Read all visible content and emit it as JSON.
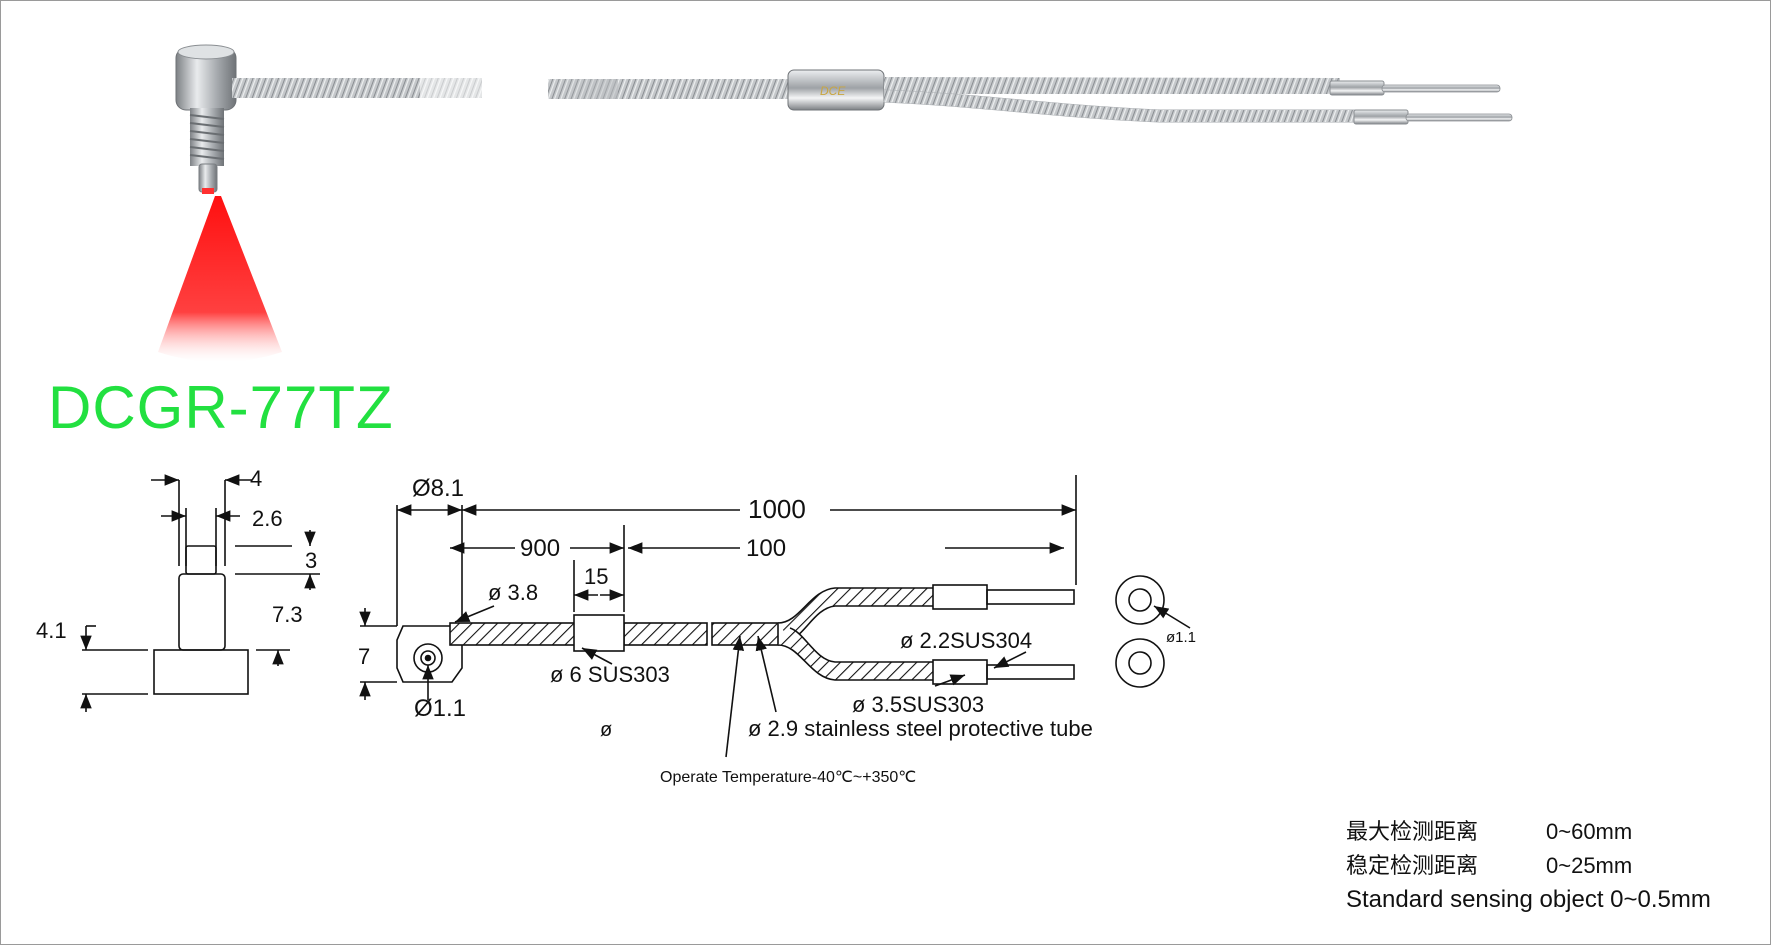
{
  "model": "DCGR-77TZ",
  "product_photo": {
    "brand_mark": "DCE"
  },
  "side_view_dims": {
    "d4": "4",
    "d2_6": "2.6",
    "d3": "3",
    "d7_3": "7.3",
    "d4_1": "4.1"
  },
  "main_view_dims": {
    "head_dia": "Ø8.1",
    "total_len": "1000",
    "len_900": "900",
    "len_100": "100",
    "len_15": "15",
    "tube_dia": "ø 3.8",
    "head_height": "7",
    "hole_dia": "Ø1.1",
    "collar": "ø 6 SUS303",
    "phi": "ø",
    "branch_tip": "ø 2.2SUS304",
    "branch_sleeve": "ø 3.5SUS303",
    "protective_tube": "ø 2.9 stainless steel protective tube",
    "end_hole": "ø1.1",
    "temperature": "Operate Temperature-40℃~+350℃"
  },
  "specs": [
    {
      "label": "最大检测距离",
      "value": "0~60mm"
    },
    {
      "label": "稳定检测距离",
      "value": "0~25mm"
    }
  ],
  "spec_standard": "Standard sensing object 0~0.5mm",
  "colors": {
    "title": "#22e040",
    "beam": "#ff2020",
    "line": "#111111",
    "steel": "#b9bcbf"
  }
}
